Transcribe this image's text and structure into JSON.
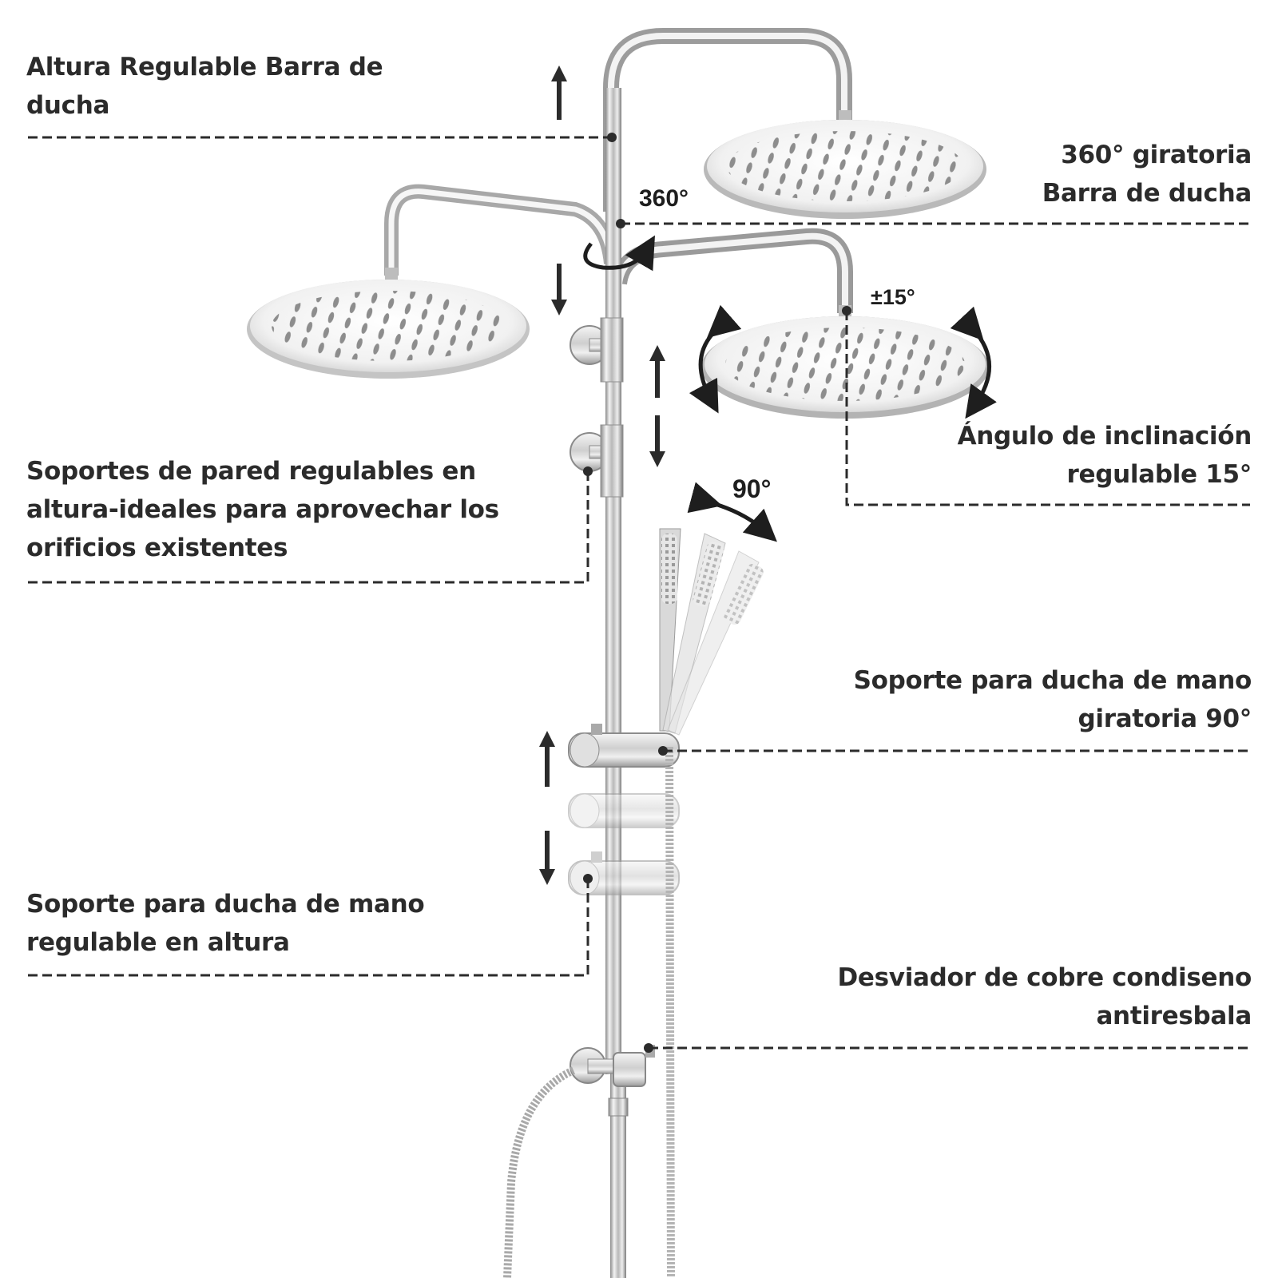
{
  "labels": {
    "altura_barra": [
      "Altura Regulable Barra de",
      "ducha"
    ],
    "giratoria_360": [
      "360° giratoria",
      "Barra de ducha"
    ],
    "soportes_pared": [
      "Soportes de pared regulables en",
      "altura-ideales para aprovechar los",
      "orificios existentes"
    ],
    "angulo_inclinacion": [
      "Ángulo de inclinación",
      "regulable 15°"
    ],
    "soporte_giratorio": [
      "Soporte para ducha de mano",
      "giratoria 90°"
    ],
    "soporte_altura": [
      "Soporte para ducha de mano",
      "regulable en altura"
    ],
    "desviador": [
      "Desviador de cobre condiseno",
      "antiresbala"
    ]
  },
  "degrees": {
    "rotation": "360°",
    "tilt": "±15°",
    "handheld": "90°"
  }
}
